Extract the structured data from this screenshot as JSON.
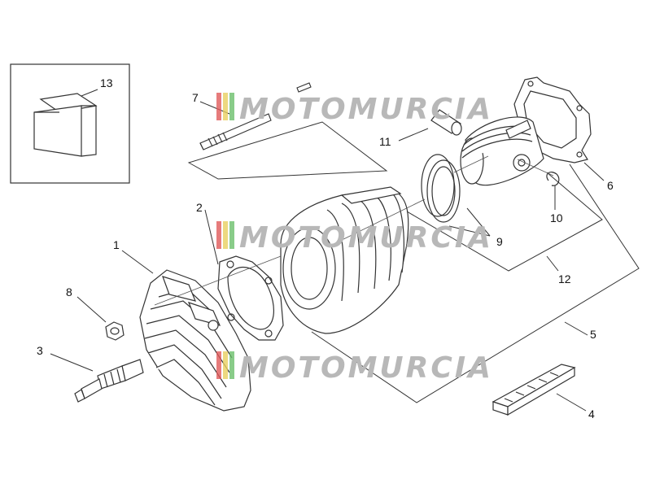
{
  "watermark": {
    "text": "MOTOMURCIA",
    "colors": {
      "text": "#b8b8b8",
      "stripe_red": "#e05a5a",
      "stripe_yellow": "#e8d060",
      "stripe_green": "#6cbf6c"
    }
  },
  "parts": [
    {
      "id": "cylinder-head",
      "number": "1"
    },
    {
      "id": "head-gasket",
      "number": "2"
    },
    {
      "id": "spark-plug",
      "number": "3"
    },
    {
      "id": "sealant-strip",
      "number": "4"
    },
    {
      "id": "cylinder-piston-kit",
      "number": "5"
    },
    {
      "id": "base-gasket",
      "number": "6"
    },
    {
      "id": "stud-bolt",
      "number": "7"
    },
    {
      "id": "nut",
      "number": "8"
    },
    {
      "id": "piston-rings",
      "number": "9"
    },
    {
      "id": "circlip",
      "number": "10"
    },
    {
      "id": "piston-pin",
      "number": "11"
    },
    {
      "id": "piston-assembly",
      "number": "12"
    },
    {
      "id": "gasket-kit",
      "number": "13"
    }
  ],
  "colors": {
    "line": "#333333",
    "part_fill": "#ffffff",
    "label": "#111111"
  }
}
